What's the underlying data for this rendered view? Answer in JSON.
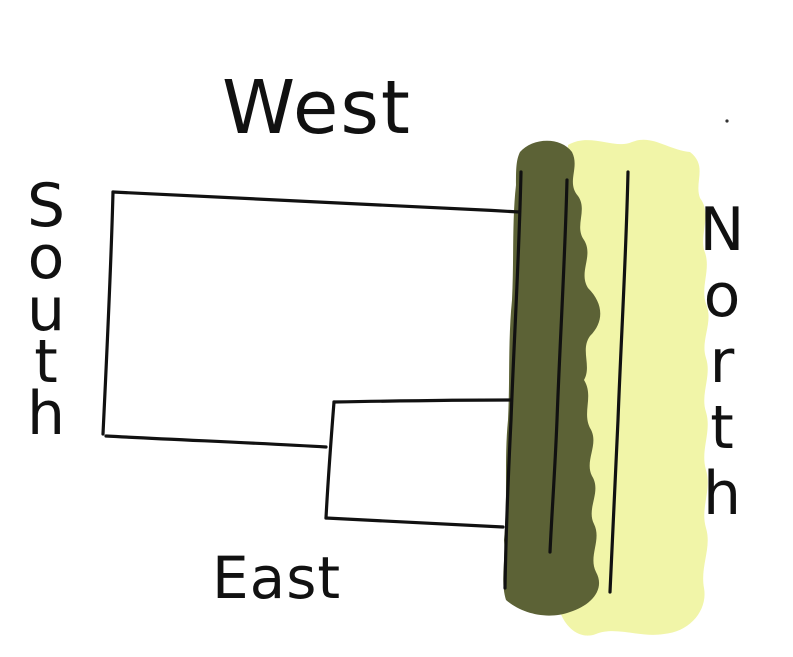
{
  "labels": {
    "west": "West",
    "east": "East",
    "south": "South",
    "north": "North"
  },
  "colors": {
    "line": "#111111",
    "dark_band": "#5c6236",
    "light_band": "#f1f5a8",
    "background": "#ffffff"
  }
}
